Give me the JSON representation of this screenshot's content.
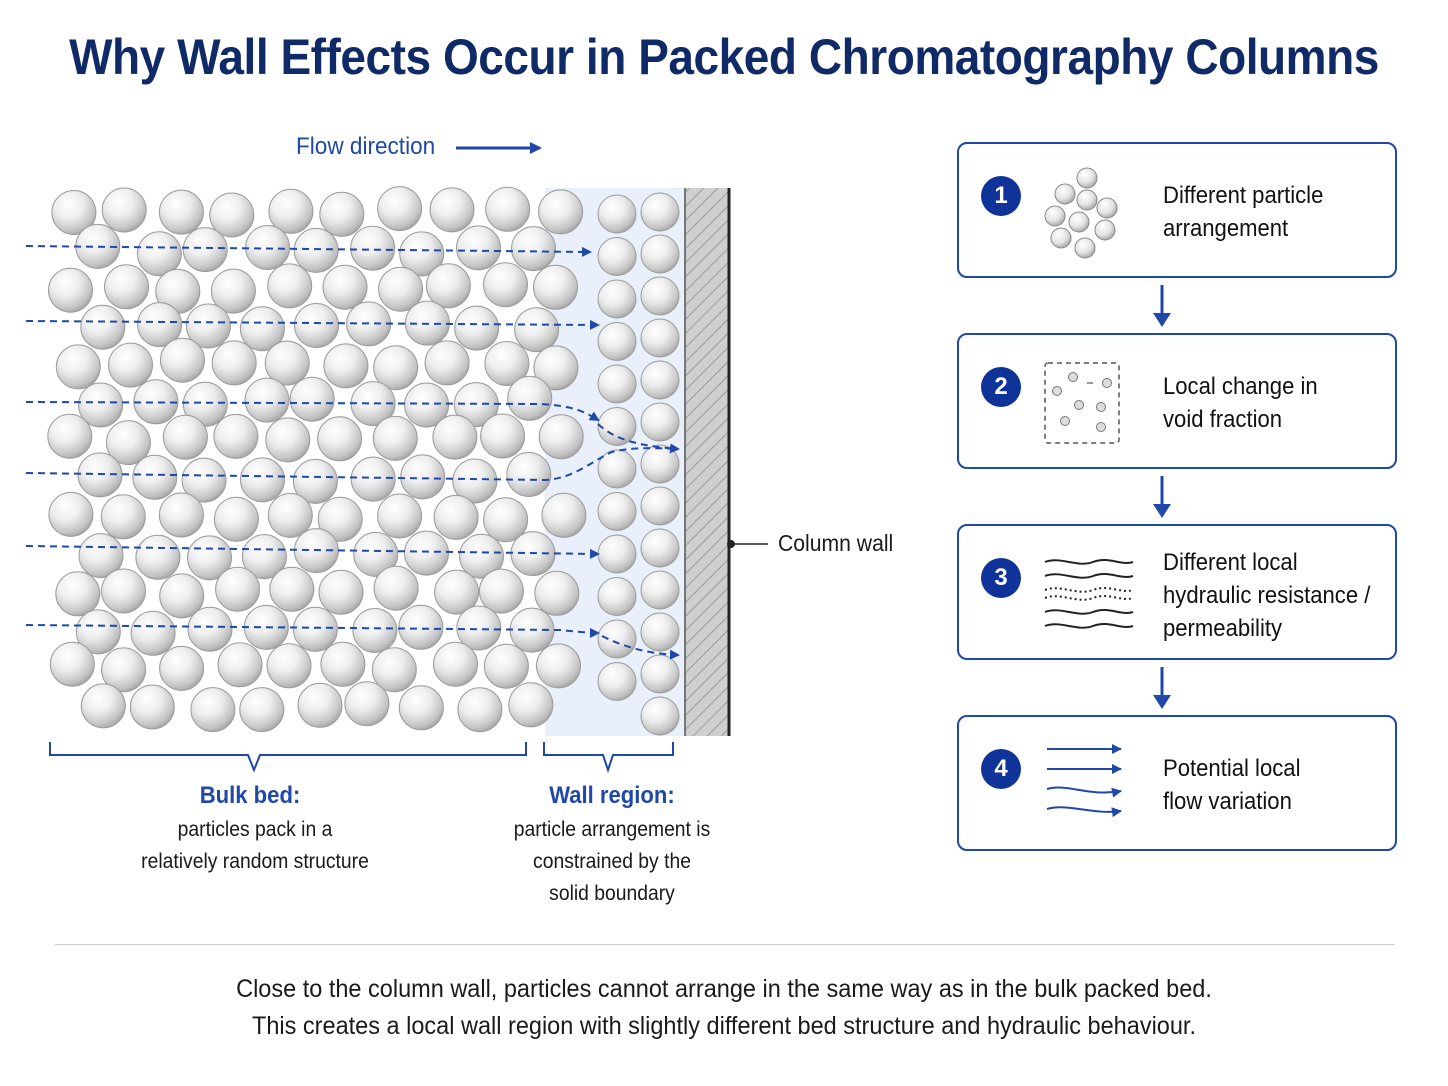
{
  "title": "Why Wall Effects Occur in Packed Chromatography Columns",
  "flow_label": "Flow direction",
  "wall_label": "Column wall",
  "bulk": {
    "heading": "Bulk bed:",
    "line1": "particles pack in a",
    "line2": "relatively random structure"
  },
  "wall_region": {
    "heading": "Wall region:",
    "line1": "particle arrangement is",
    "line2": "constrained by the",
    "line3": "solid boundary"
  },
  "steps": [
    {
      "number": "1",
      "text": "Different particle\narrangement",
      "icon": "particle-cluster-icon"
    },
    {
      "number": "2",
      "text": "Local change in\nvoid fraction",
      "icon": "void-fraction-icon"
    },
    {
      "number": "3",
      "text": "Different local\nhydraulic resistance /\npermeability",
      "icon": "wavy-lines-icon"
    },
    {
      "number": "4",
      "text": "Potential local\nflow variation",
      "icon": "flow-arrows-icon"
    }
  ],
  "footer": {
    "line1": "Close to the column wall, particles cannot arrange in the same way as in the bulk packed bed.",
    "line2": "This creates a local wall region with slightly different bed structure and hydraulic behaviour."
  },
  "colors": {
    "title": "#0f2a66",
    "accent": "#1f48a8",
    "badge": "#0f3399",
    "wall_fill": "#c9c9c9",
    "wall_region_tint": "#e9f0fb"
  }
}
